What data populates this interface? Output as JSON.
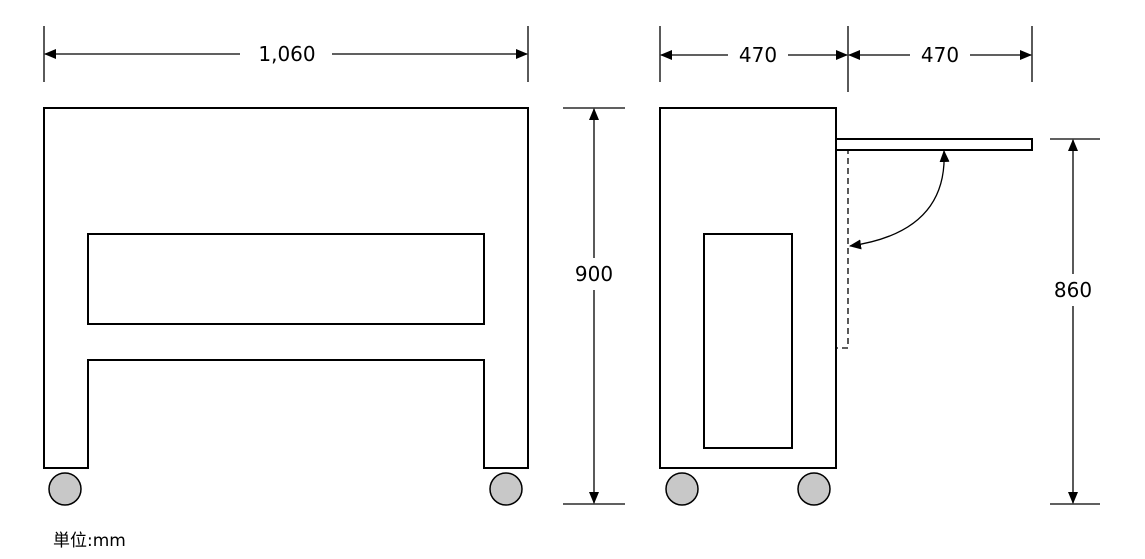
{
  "dimensions": {
    "front_width": "1,060",
    "front_height": "900",
    "side_depth": "470",
    "shelf_extension": "470",
    "shelf_height": "860"
  },
  "unit_label": "単位:mm",
  "colors": {
    "line": "#000000",
    "wheel_fill": "#c8c8c8",
    "background": "#ffffff"
  }
}
